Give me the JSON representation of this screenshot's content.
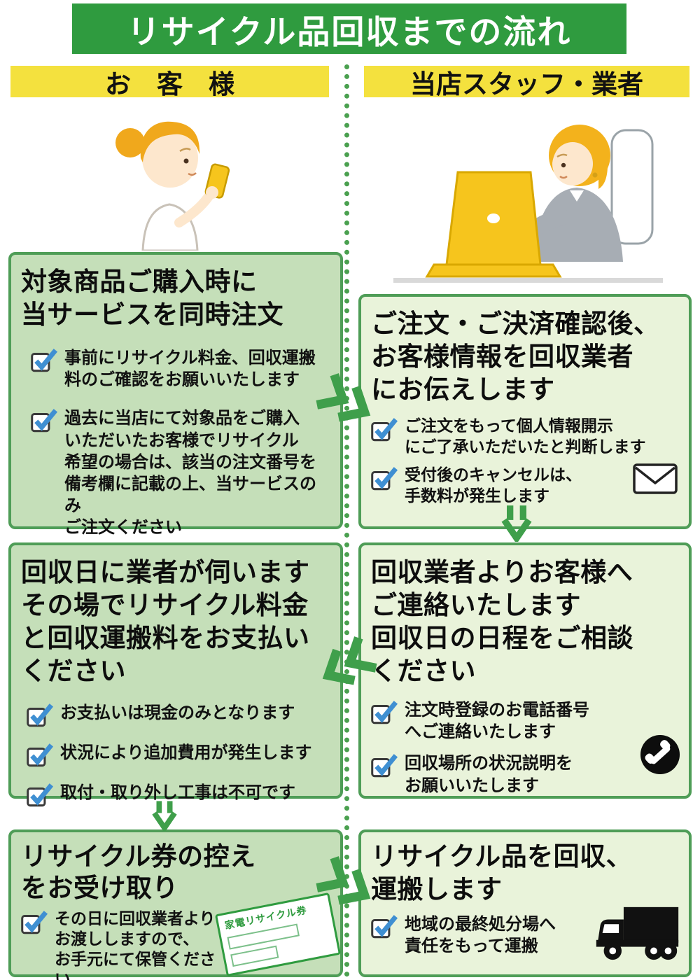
{
  "banner": {
    "title": "リサイクル品回収までの流れ"
  },
  "headers": {
    "customer": "お　客　様",
    "staff": "当店スタッフ・業者"
  },
  "boxes": {
    "left1": {
      "title": "対象商品ご購入時に\n当サービスを同時注文",
      "items": [
        "事前にリサイクル料金、回収運搬\n料のご確認をお願いいたします",
        "過去に当店にて対象品をご購入\nいただいたお客様でリサイクル\n希望の場合は、該当の注文番号を\n備考欄に記載の上、当サービスのみ\nご注文ください"
      ]
    },
    "right1": {
      "title": "ご注文・ご決済確認後、\nお客様情報を回収業者\nにお伝えします",
      "items": [
        "ご注文をもって個人情報開示\nにご了承いただいたと判断します",
        "受付後のキャンセルは、\n手数料が発生します"
      ]
    },
    "left2": {
      "title": "回収日に業者が伺います\nその場でリサイクル料金\nと回収運搬料をお支払い\nください",
      "items": [
        "お支払いは現金のみとなります",
        "状況により追加費用が発生します",
        "取付・取り外し工事は不可です"
      ]
    },
    "right2": {
      "title": "回収業者よりお客様へ\nご連絡いたします\n回収日の日程をご相談\nください",
      "items": [
        "注文時登録のお電話番号\nへご連絡いたします",
        "回収場所の状況説明を\nお願いいたします"
      ]
    },
    "left3": {
      "title": "リサイクル券の控え\nをお受け取り",
      "items": [
        "その日に回収業者より\nお渡ししますので、\nお手元にて保管ください"
      ]
    },
    "right3": {
      "title": "リサイクル品を回収、\n運搬します",
      "items": [
        "地域の最終処分場へ\n責任をもって運搬"
      ]
    }
  },
  "ticket": {
    "label": "家電リサイクル券"
  },
  "icons": {
    "checkbox": "blue-checkmark-box",
    "envelope": "✉",
    "phone": "☎",
    "truck": "🚚",
    "arrow_down": "⇓",
    "arrow_chevron": "≫"
  },
  "colors": {
    "banner_green": "#2f9b3f",
    "header_yellow": "#f4e13e",
    "box_border_green": "#4f9d57",
    "left_box_bg": "#c5dfb9",
    "right_box_bg": "#e9f3da",
    "arrow_green": "#3f9f4b",
    "check_blue": "#3f8fd2"
  }
}
